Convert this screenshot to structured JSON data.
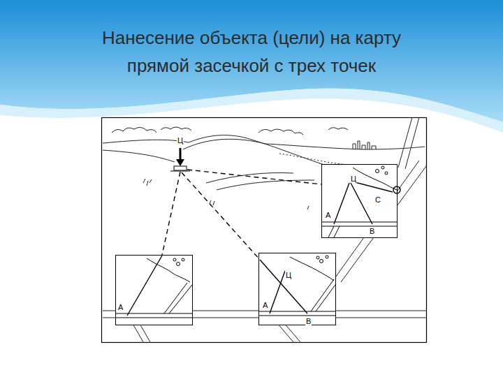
{
  "diagram": {
    "title": "Нанесение объекта (цели) на карту прямой засечкой с трех точек",
    "labels": [
      "Ц",
      "А",
      "Ц",
      "А",
      "В",
      "Ц",
      "С",
      "А",
      "В"
    ]
  }
}
